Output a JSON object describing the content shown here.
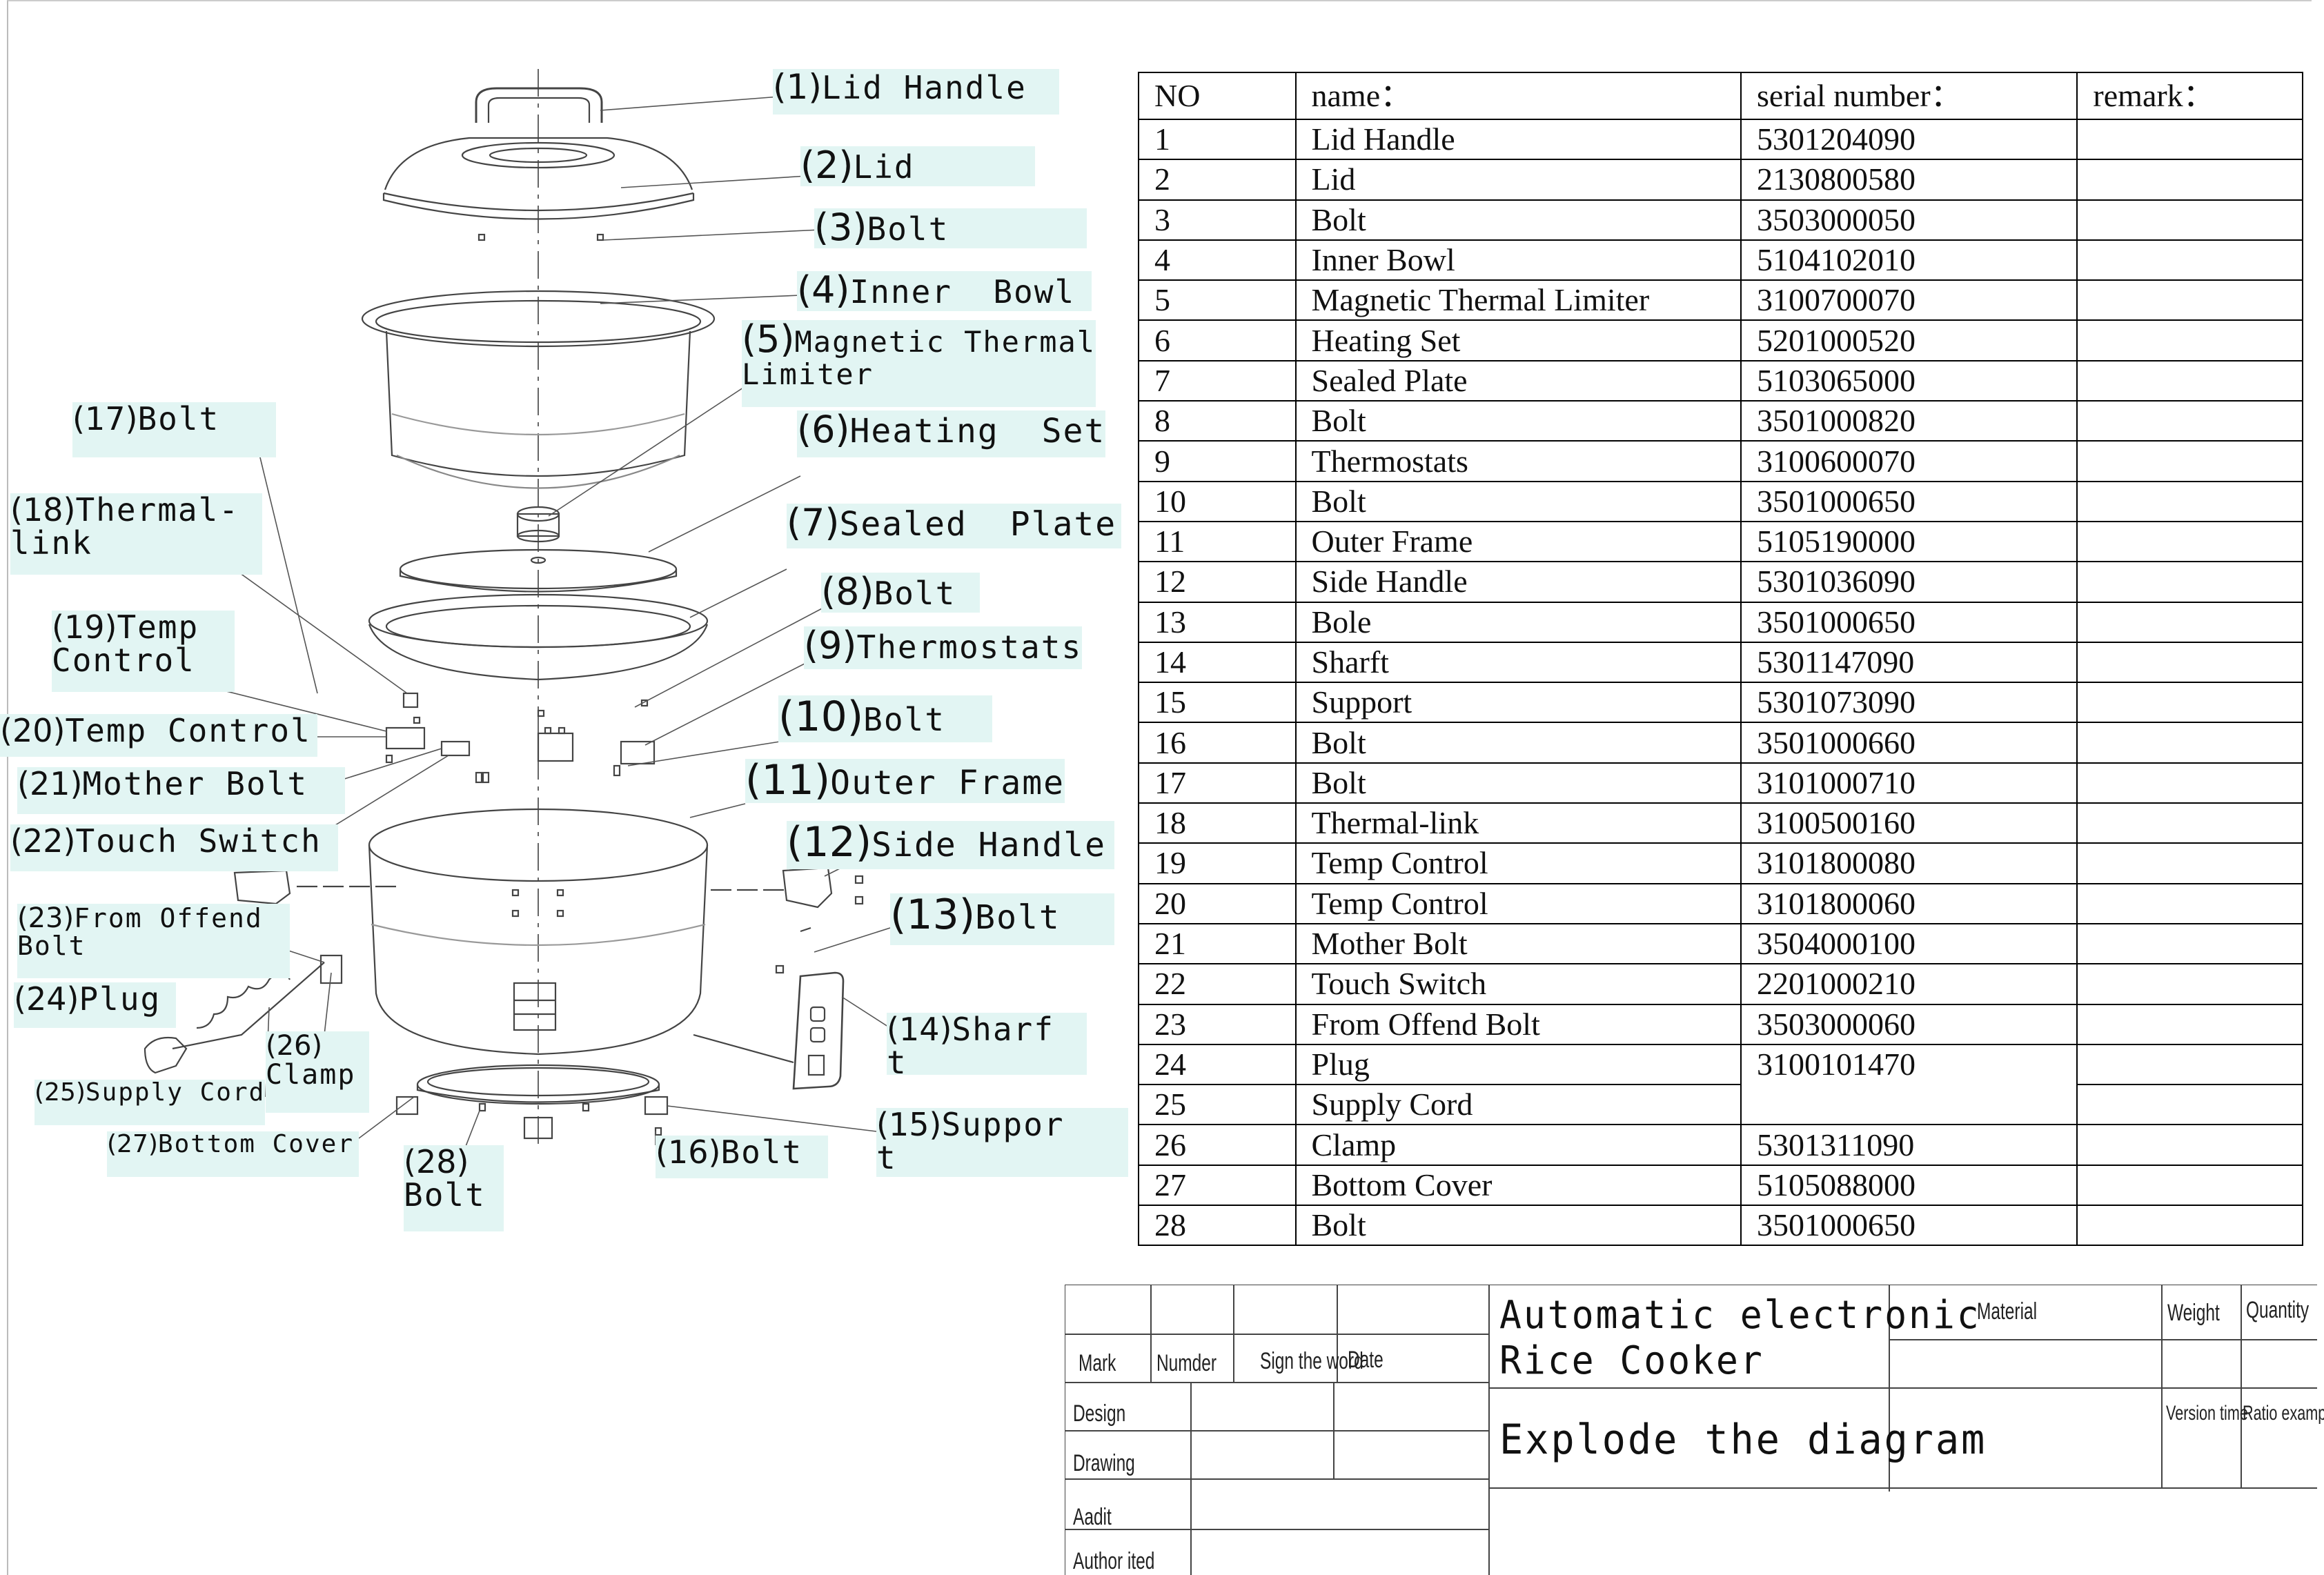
{
  "callouts": [
    {
      "id": 1,
      "num": "(1)",
      "label": "Lid Handle"
    },
    {
      "id": 2,
      "num": "(2)",
      "label": "Lid"
    },
    {
      "id": 3,
      "num": "(3)",
      "label": "Bolt"
    },
    {
      "id": 4,
      "num": "(4)",
      "label": "Inner  Bowl"
    },
    {
      "id": 5,
      "num": "(5)",
      "label": "Magnetic Thermal\nLimiter"
    },
    {
      "id": 6,
      "num": "(6)",
      "label": "Heating  Set"
    },
    {
      "id": 7,
      "num": "(7)",
      "label": "Sealed  Plate"
    },
    {
      "id": 8,
      "num": "(8)",
      "label": "Bolt"
    },
    {
      "id": 9,
      "num": "(9)",
      "label": "Thermostats"
    },
    {
      "id": 10,
      "num": "(10)",
      "label": "Bolt"
    },
    {
      "id": 11,
      "num": "(11)",
      "label": "Outer Frame"
    },
    {
      "id": 12,
      "num": "(12)",
      "label": "Side Handle"
    },
    {
      "id": 13,
      "num": "(13)",
      "label": "Bolt"
    },
    {
      "id": 14,
      "num": "(14)",
      "label": "Sharf\nt"
    },
    {
      "id": 15,
      "num": "(15)",
      "label": "Suppor\nt"
    },
    {
      "id": 16,
      "num": "(16)",
      "label": "Bolt"
    },
    {
      "id": 17,
      "num": "(17)",
      "label": "Bolt"
    },
    {
      "id": 18,
      "num": "(18)",
      "label": "Thermal-\nlink"
    },
    {
      "id": 19,
      "num": "(19)",
      "label": "Temp\nControl"
    },
    {
      "id": 20,
      "num": "(20)",
      "label": "Temp Control"
    },
    {
      "id": 21,
      "num": "(21)",
      "label": "Mother Bolt"
    },
    {
      "id": 22,
      "num": "(22)",
      "label": "Touch Switch"
    },
    {
      "id": 23,
      "num": "(23)",
      "label": "From Offend\nBolt"
    },
    {
      "id": 24,
      "num": "(24)",
      "label": "Plug"
    },
    {
      "id": 25,
      "num": "(25)",
      "label": "Supply Cord"
    },
    {
      "id": 26,
      "num": "(26)",
      "label": "\nClamp"
    },
    {
      "id": 27,
      "num": "(27)",
      "label": "Bottom Cover"
    },
    {
      "id": 28,
      "num": "(28)",
      "label": "\nBolt"
    }
  ],
  "parts_table": {
    "headers": [
      "NO",
      "name：",
      "serial number：",
      "remark："
    ],
    "rows": [
      {
        "no": "1",
        "name": "Lid Handle",
        "serial": "5301204090",
        "remark": ""
      },
      {
        "no": "2",
        "name": "Lid",
        "serial": "2130800580",
        "remark": ""
      },
      {
        "no": "3",
        "name": "Bolt",
        "serial": "3503000050",
        "remark": ""
      },
      {
        "no": "4",
        "name": "Inner Bowl",
        "serial": "5104102010",
        "remark": ""
      },
      {
        "no": "5",
        "name": "Magnetic Thermal Limiter",
        "serial": "3100700070",
        "remark": ""
      },
      {
        "no": "6",
        "name": "Heating Set",
        "serial": "5201000520",
        "remark": ""
      },
      {
        "no": "7",
        "name": "Sealed Plate",
        "serial": "5103065000",
        "remark": ""
      },
      {
        "no": "8",
        "name": "Bolt",
        "serial": "3501000820",
        "remark": ""
      },
      {
        "no": "9",
        "name": "Thermostats",
        "serial": "3100600070",
        "remark": ""
      },
      {
        "no": "10",
        "name": "Bolt",
        "serial": "3501000650",
        "remark": ""
      },
      {
        "no": "11",
        "name": "Outer Frame",
        "serial": "5105190000",
        "remark": ""
      },
      {
        "no": "12",
        "name": "Side Handle",
        "serial": "5301036090",
        "remark": ""
      },
      {
        "no": "13",
        "name": "Bole",
        "serial": "3501000650",
        "remark": ""
      },
      {
        "no": "14",
        "name": "Sharft",
        "serial": "5301147090",
        "remark": ""
      },
      {
        "no": "15",
        "name": "Support",
        "serial": "5301073090",
        "remark": ""
      },
      {
        "no": "16",
        "name": "Bolt",
        "serial": "3501000660",
        "remark": ""
      },
      {
        "no": "17",
        "name": "Bolt",
        "serial": "3101000710",
        "remark": ""
      },
      {
        "no": "18",
        "name": "Thermal-link",
        "serial": "3100500160",
        "remark": ""
      },
      {
        "no": "19",
        "name": "Temp Control",
        "serial": "3101800080",
        "remark": ""
      },
      {
        "no": "20",
        "name": "Temp Control",
        "serial": "3101800060",
        "remark": ""
      },
      {
        "no": "21",
        "name": "Mother Bolt",
        "serial": "3504000100",
        "remark": ""
      },
      {
        "no": "22",
        "name": "Touch Switch",
        "serial": "2201000210",
        "remark": ""
      },
      {
        "no": "23",
        "name": "From Offend Bolt",
        "serial": "3503000060",
        "remark": ""
      },
      {
        "no": "24",
        "name": "Plug",
        "serial": "3100101470",
        "remark": ""
      },
      {
        "no": "25",
        "name": "Supply Cord",
        "serial": "",
        "remark": ""
      },
      {
        "no": "26",
        "name": "Clamp",
        "serial": "5301311090",
        "remark": ""
      },
      {
        "no": "27",
        "name": "Bottom Cover",
        "serial": "5105088000",
        "remark": ""
      },
      {
        "no": "28",
        "name": "Bolt",
        "serial": "3501000650",
        "remark": ""
      }
    ]
  },
  "title_block": {
    "mark": "Mark",
    "number": "Numder",
    "sign": "Sign the word",
    "date": "Date",
    "design": "Design",
    "drawing": "Drawing",
    "audit": "Aadit",
    "author": "Author ited",
    "product_line1": "Automatic electronic",
    "product_line2": "Rice  Cooker",
    "drawing_title": "Explode the diagram",
    "material": "Material",
    "weight": "Weight",
    "quantity": "Quantity",
    "version": "Version time",
    "ratio": "Ratio example"
  }
}
